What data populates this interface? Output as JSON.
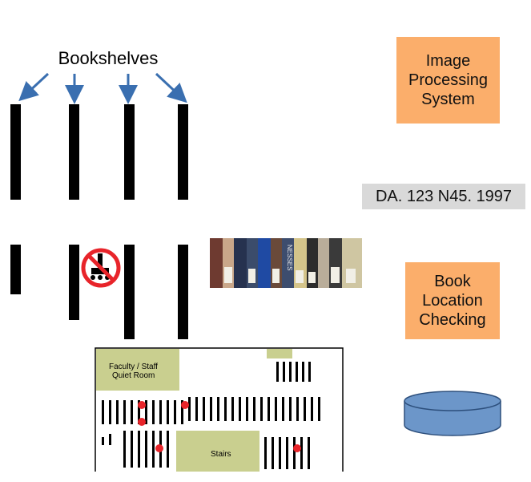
{
  "labels": {
    "bookshelves": "Bookshelves",
    "image_processing": "Image\nProcessing\nSystem",
    "call_number": "DA. 123 N45. 1997",
    "book_location": "Book\nLocation\nChecking"
  },
  "floor_map": {
    "room_label_line1": "Faculty / Staff",
    "room_label_line2": "Quiet Room",
    "stairs_label": "Stairs"
  },
  "book_photo": {
    "spine_text": "NESSES"
  },
  "icons": [
    "arrow-down-icon",
    "no-robot-sign-icon",
    "database-icon"
  ],
  "colors": {
    "orange": "#fbae6b",
    "gray_label": "#d9d9d9",
    "arrow": "#3a6fb0",
    "room": "#c9cf8f",
    "marker": "#e8242a",
    "database": "#6c96c9"
  }
}
